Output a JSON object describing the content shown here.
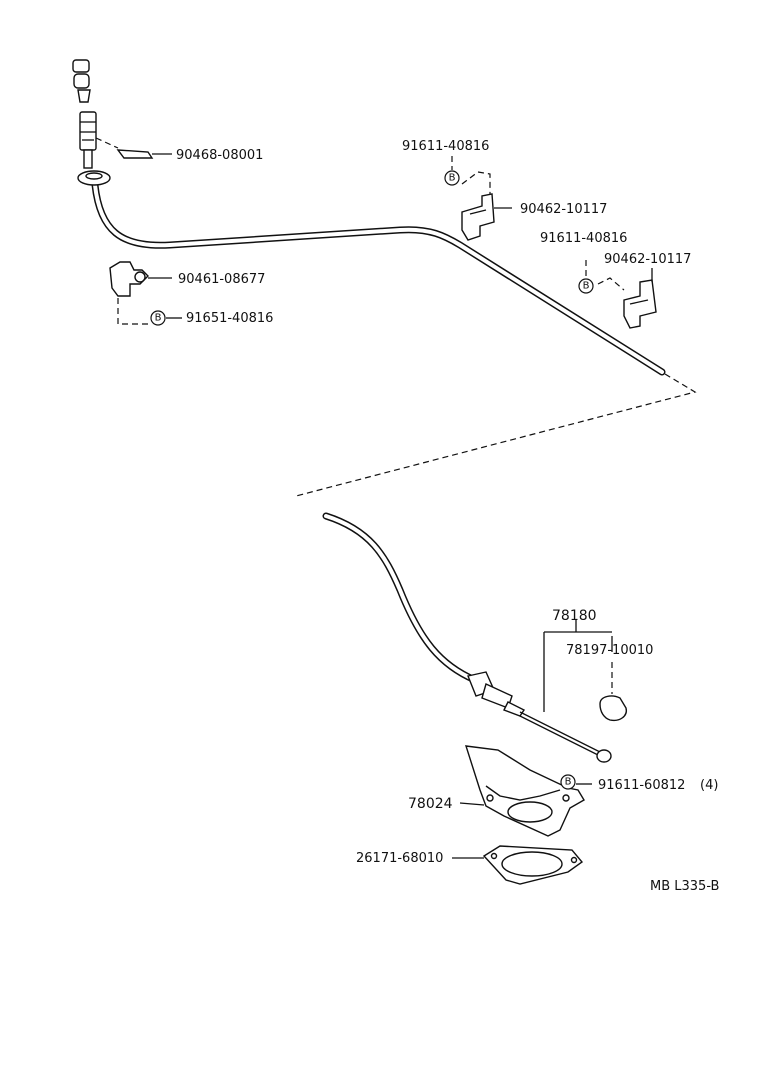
{
  "diagram": {
    "parts": [
      {
        "id": "p1",
        "number": "90468-08001"
      },
      {
        "id": "p2",
        "number": "91611-40816"
      },
      {
        "id": "p3",
        "number": "90462-10117"
      },
      {
        "id": "p4",
        "number": "91611-40816"
      },
      {
        "id": "p5",
        "number": "90462-10117"
      },
      {
        "id": "p6",
        "number": "90461-08677"
      },
      {
        "id": "p7",
        "number": "91651-40816"
      },
      {
        "id": "p8",
        "number": "78180"
      },
      {
        "id": "p9",
        "number": "78197-10010"
      },
      {
        "id": "p10",
        "number": "91611-60812",
        "qty": "(4)"
      },
      {
        "id": "p11",
        "number": "78024"
      },
      {
        "id": "p12",
        "number": "26171-68010"
      }
    ],
    "bolt_marker": "B",
    "footer_code": "MB L335-B"
  }
}
